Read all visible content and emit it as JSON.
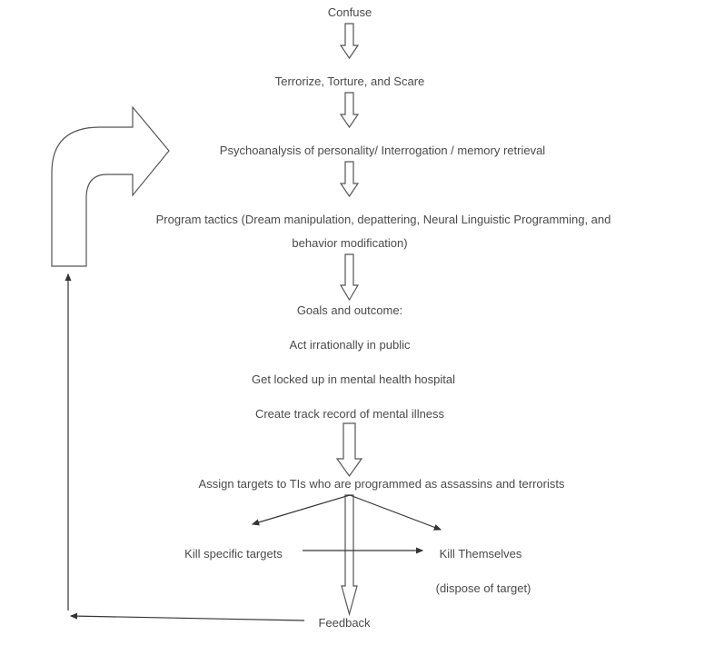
{
  "steps": {
    "confuse": "Confuse",
    "terrorize": "Terrorize, Torture, and Scare",
    "psychoanalysis": "Psychoanalysis of personality/ Interrogation / memory retrieval",
    "program_line1": "Program tactics (Dream manipulation, depattering, Neural Linguistic Programming, and",
    "program_line2": "behavior modification)",
    "goals": "Goals and outcome:",
    "goal1": "Act irrationally in public",
    "goal2": "Get locked up in mental health hospital",
    "goal3": "Create track record of mental illness",
    "assign": "Assign targets to TIs who are programmed as assassins and terrorists",
    "kill_specific": "Kill specific targets",
    "kill_themselves": "Kill Themselves",
    "dispose": "(dispose of target)",
    "feedback": "Feedback"
  }
}
